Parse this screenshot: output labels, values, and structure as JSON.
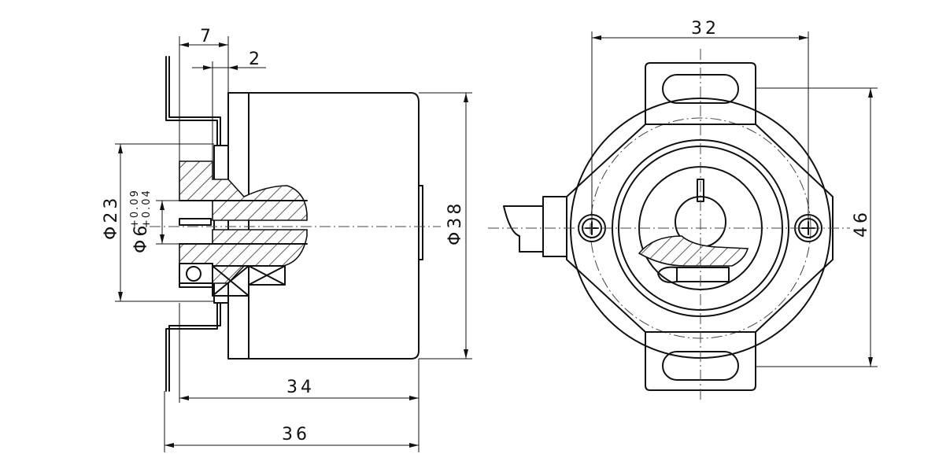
{
  "side_view": {
    "dim_depth_overall": "36",
    "dim_depth_body": "34",
    "dim_flange_offset": "7",
    "dim_flange_thickness": "2",
    "dim_bore_diameter": "Φ6",
    "dim_bore_tol_upper": "+0.09",
    "dim_bore_tol_lower": "+0.04",
    "dim_hub_diameter": "Φ23",
    "dim_body_diameter": "Φ38"
  },
  "front_view": {
    "dim_mount_width": "32",
    "dim_mount_height": "46"
  }
}
